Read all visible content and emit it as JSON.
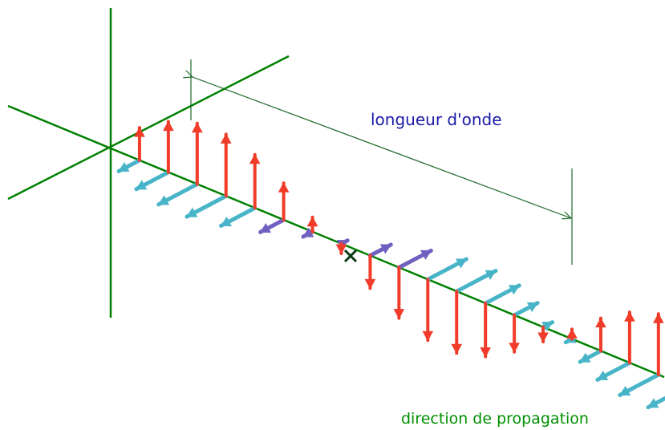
{
  "labels": {
    "wavelength": "longueur d'onde",
    "propagation": "direction de propagation"
  },
  "colors": {
    "axis": "#008000",
    "dimension_line": "#1f6b2a",
    "electric_arrow": "#f03c28",
    "magnetic_arrow": "#48b4c8",
    "magnetic_arrow_mid": "#7060c0",
    "wavelength_text": "#1a1aa8",
    "propagation_text": "#009000",
    "node_marker": "#0a3a12"
  },
  "diagram": {
    "description_free": true,
    "samples_per_wavelength": 16,
    "wavelengths_shown": 1.25
  }
}
